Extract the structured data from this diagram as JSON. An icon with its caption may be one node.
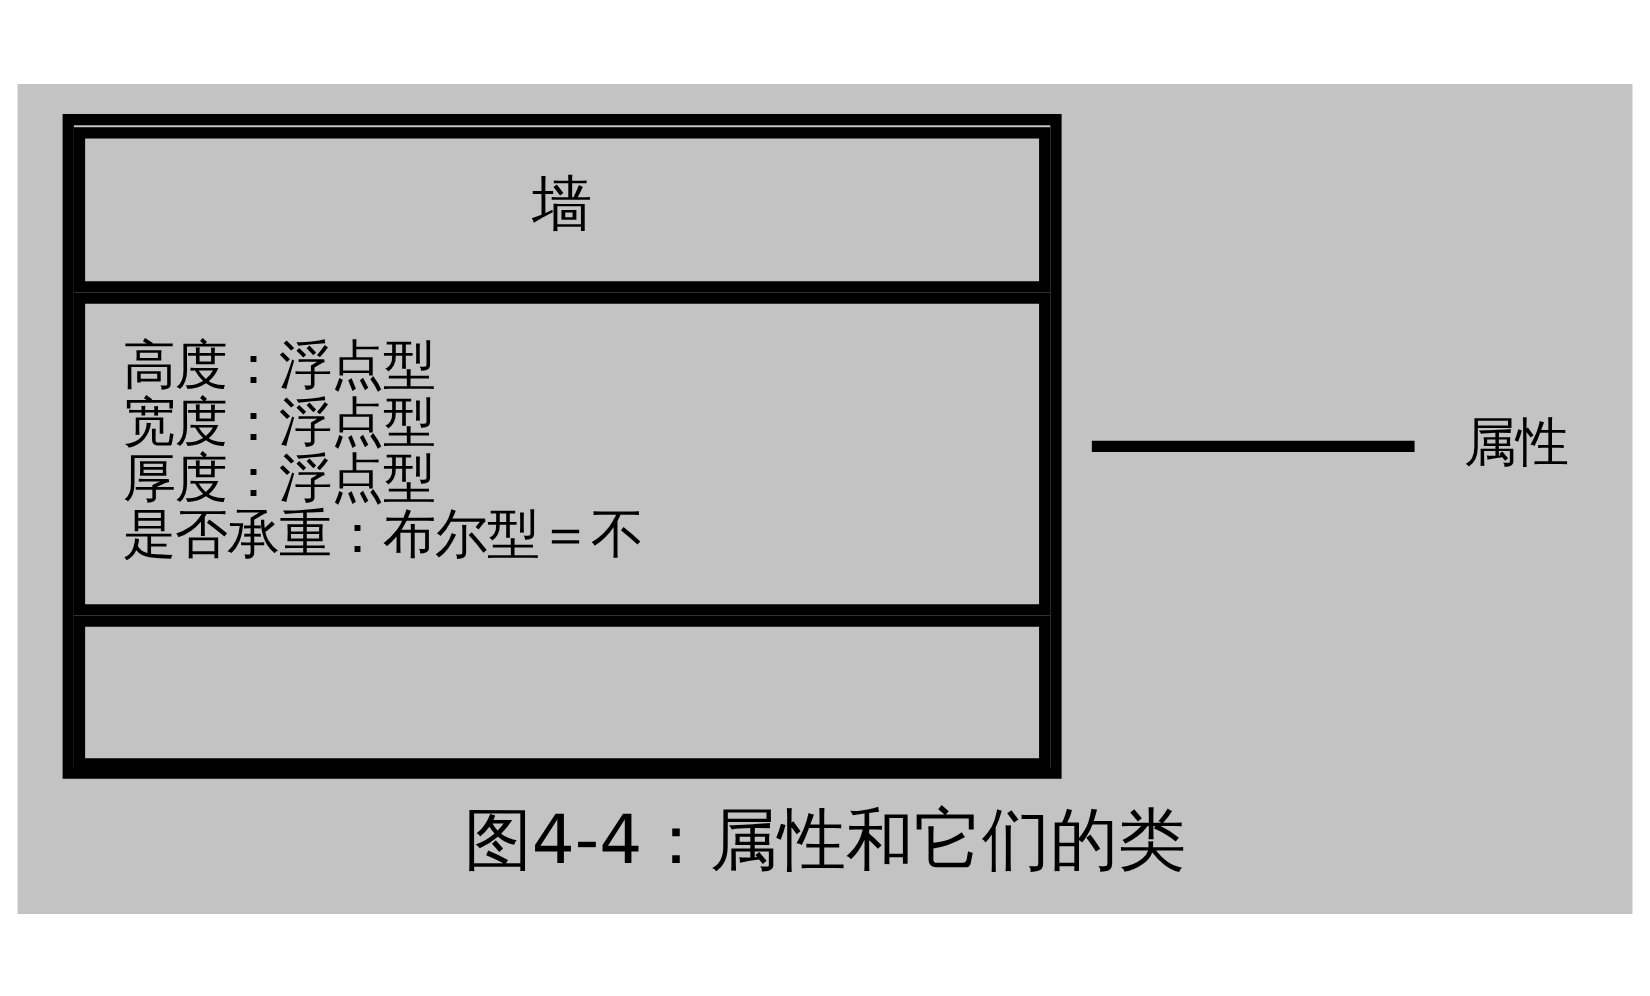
{
  "diagram": {
    "caption": "图4-4：属性和它们的类",
    "nodes": [
      {
        "text": [
          "墙",
          "高度：浮点型",
          "宽度：浮点型",
          "厚度：浮点型",
          "是否承重：布尔型＝不"
        ]
      },
      {
        "text": [
          "属性"
        ]
      }
    ],
    "edges": [
      {
        "from": 1,
        "to": 0,
        "arrow": "none"
      }
    ]
  }
}
